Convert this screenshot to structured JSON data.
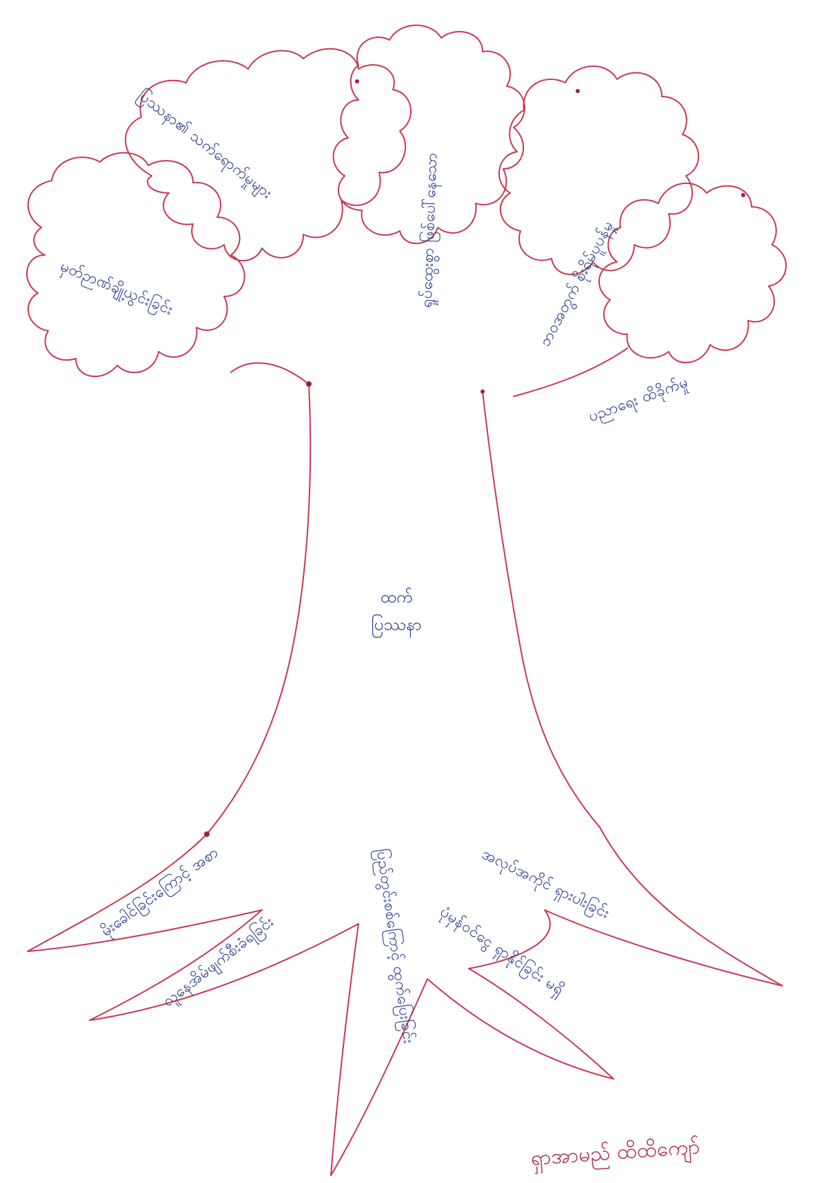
{
  "tree": {
    "trunk": {
      "line1": "ပြဿနာ",
      "line2": "ထက်"
    },
    "leaves": [
      {
        "text": "ပြဿနာ၏ သက်ရောက်မှုများ"
      },
      {
        "text": "မှတ်ဉာဏ်ချို့ယွင်းခြင်း"
      },
      {
        "text": "ရှုပ်ထွေးစွာ ဖြစ်ပေါ်နေသော"
      },
      {
        "text": "ဘဝအတွက် စိုးရိမ်ပူပန်မှု"
      },
      {
        "text": "ပညာရေး ထိခိုက်မှု"
      }
    ],
    "roots": [
      {
        "text": "မိုးခေါင်ခြင်းကြောင့် အစာ"
      },
      {
        "text": "လူနေအိမ်ဖျက်စီးခံရခြင်း"
      },
      {
        "text": "ပြည်တွင်းစစ်ကြောင့် ထွက်ပြေးခြင်း"
      },
      {
        "text": "ပုံမှန်ဝင်ငွေ ရှာနိုင်ခြင်း မရှိ"
      },
      {
        "text": "အလုပ်အကိုင် ရှားပါးခြင်း"
      }
    ],
    "signature": "ရှာအာမည်  ထိထိကျော်"
  }
}
